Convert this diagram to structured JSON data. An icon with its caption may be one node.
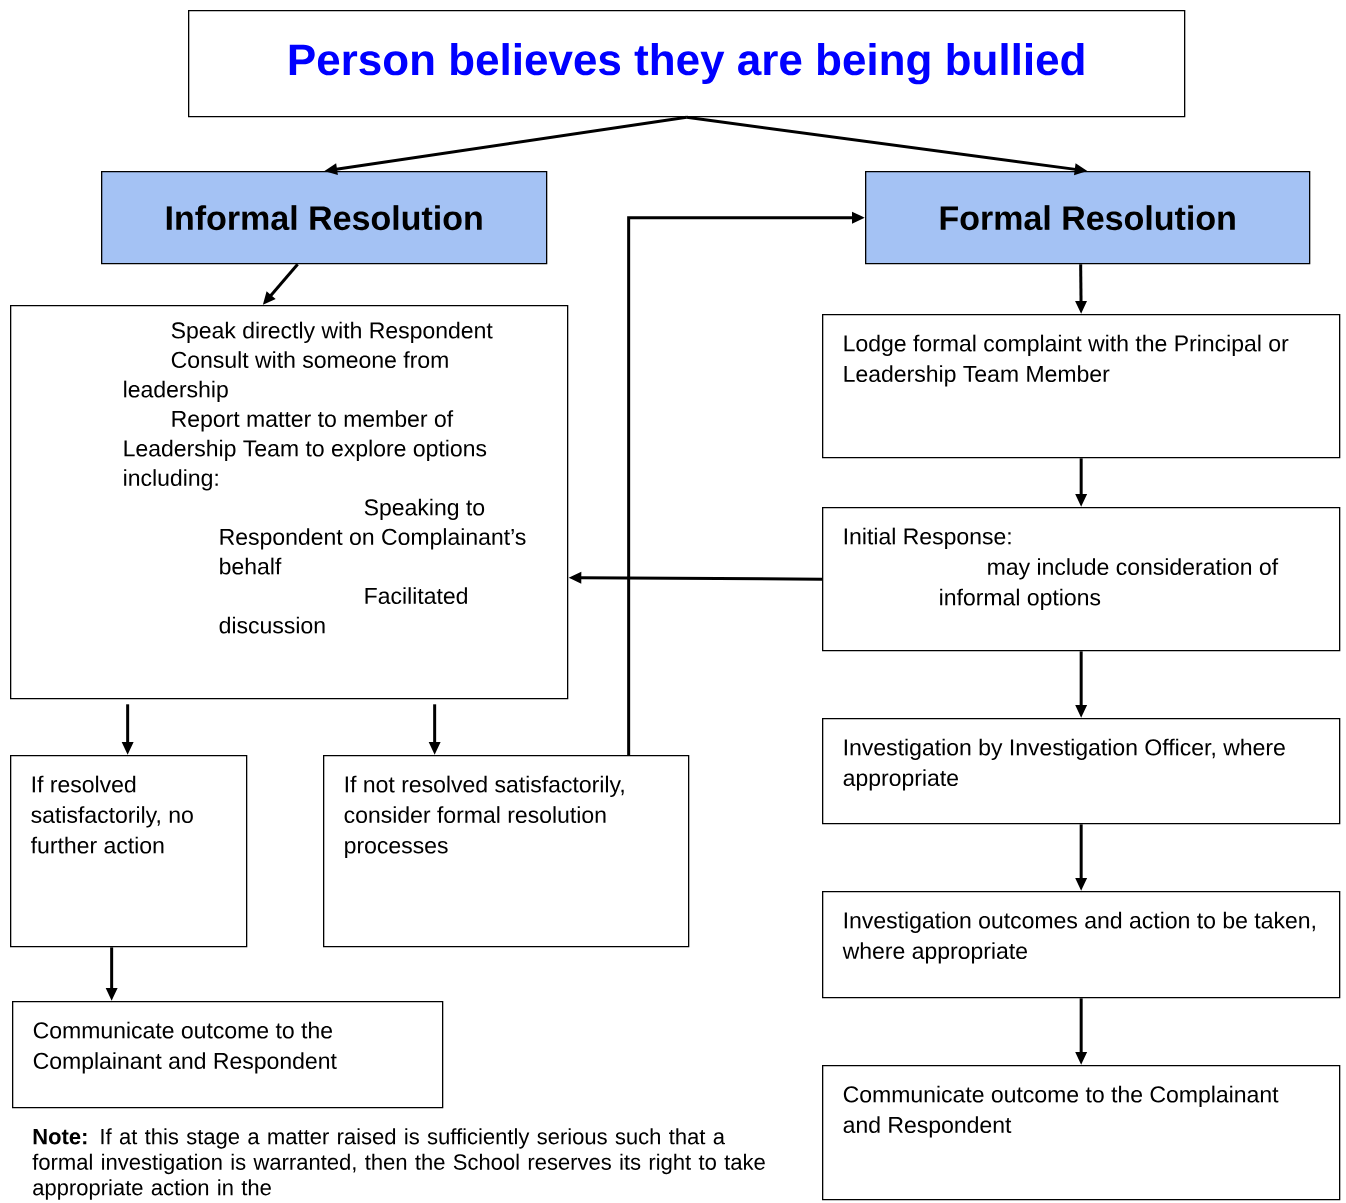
{
  "diagram": {
    "nodes": [
      {
        "text": [
          "Person believes they are being bullied"
        ]
      },
      {
        "text": [
          "Informal Resolution"
        ]
      },
      {
        "text": [
          "Formal Resolution"
        ]
      },
      {
        "text": [
          "Speak directly with Respondent",
          "Consult with someone from leadership",
          "Report matter to member of Leadership Team to explore options including:",
          "Speaking to Respondent on Complainant’s behalf",
          "Facilitated discussion"
        ]
      },
      {
        "text": [
          "If resolved satisfactorily, no further action"
        ]
      },
      {
        "text": [
          "If not resolved satisfactorily, consider formal resolution processes"
        ]
      },
      {
        "text": [
          "Communicate outcome to the Complainant and Respondent"
        ]
      },
      {
        "text": [
          "Lodge formal complaint with the Principal or Leadership Team Member"
        ]
      },
      {
        "text": [
          "Initial Response:",
          "may include consideration of informal options"
        ]
      },
      {
        "text": [
          "Investigation by Investigation Officer, where appropriate"
        ]
      },
      {
        "text": [
          "Investigation outcomes and action to be taken, where appropriate"
        ]
      },
      {
        "text": [
          "Communicate outcome to the Complainant and Respondent"
        ]
      }
    ],
    "edges": [
      {
        "from": 0,
        "to": 1,
        "arrow": "to"
      },
      {
        "from": 0,
        "to": 2,
        "arrow": "to"
      },
      {
        "from": 1,
        "to": 3,
        "arrow": "to"
      },
      {
        "from": 3,
        "to": 4,
        "arrow": "to"
      },
      {
        "from": 3,
        "to": 5,
        "arrow": "to"
      },
      {
        "from": 4,
        "to": 6,
        "arrow": "to"
      },
      {
        "from": 5,
        "to": 2,
        "arrow": "to"
      },
      {
        "from": 2,
        "to": 7,
        "arrow": "to"
      },
      {
        "from": 7,
        "to": 8,
        "arrow": "to"
      },
      {
        "from": 8,
        "to": 3,
        "arrow": "to"
      },
      {
        "from": 8,
        "to": 9,
        "arrow": "to"
      },
      {
        "from": 9,
        "to": 10,
        "arrow": "to"
      },
      {
        "from": 10,
        "to": 11,
        "arrow": "to"
      }
    ],
    "labels": [
      "**Note:** If at this stage a matter raised is sufficiently serious such that a formal investigation is warranted, then the School reserves its right to take appropriate action in the"
    ]
  }
}
